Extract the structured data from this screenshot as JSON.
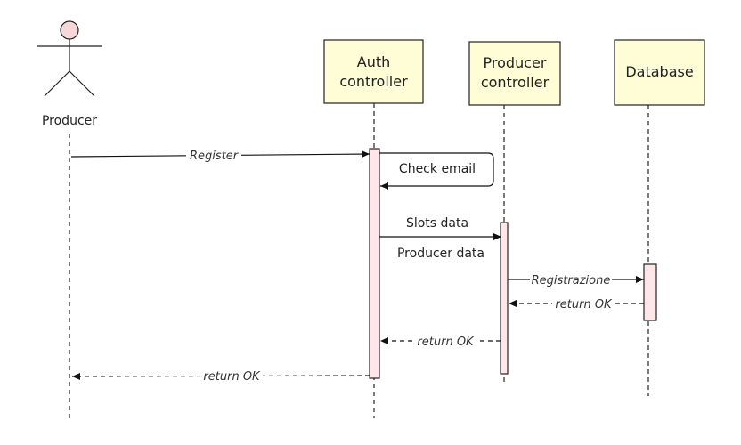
{
  "participants": {
    "producer": {
      "label": "Producer"
    },
    "auth_controller": {
      "lines": [
        "Auth",
        "controller"
      ]
    },
    "producer_controller": {
      "lines": [
        "Producer",
        "controller"
      ]
    },
    "database": {
      "label": "Database"
    }
  },
  "messages": {
    "register": "Register",
    "check_email": "Check email",
    "slots_data": "Slots data",
    "producer_data": "Producer data",
    "registrazione": "Registrazione",
    "return_db": "return OK",
    "return_pc": "return OK",
    "return_auth": "return OK"
  },
  "colors": {
    "box_fill": "#FFFDD5",
    "activation_fill": "#FFE6EA",
    "actor_head_fill": "#F8D7DA",
    "line": "#222222"
  }
}
